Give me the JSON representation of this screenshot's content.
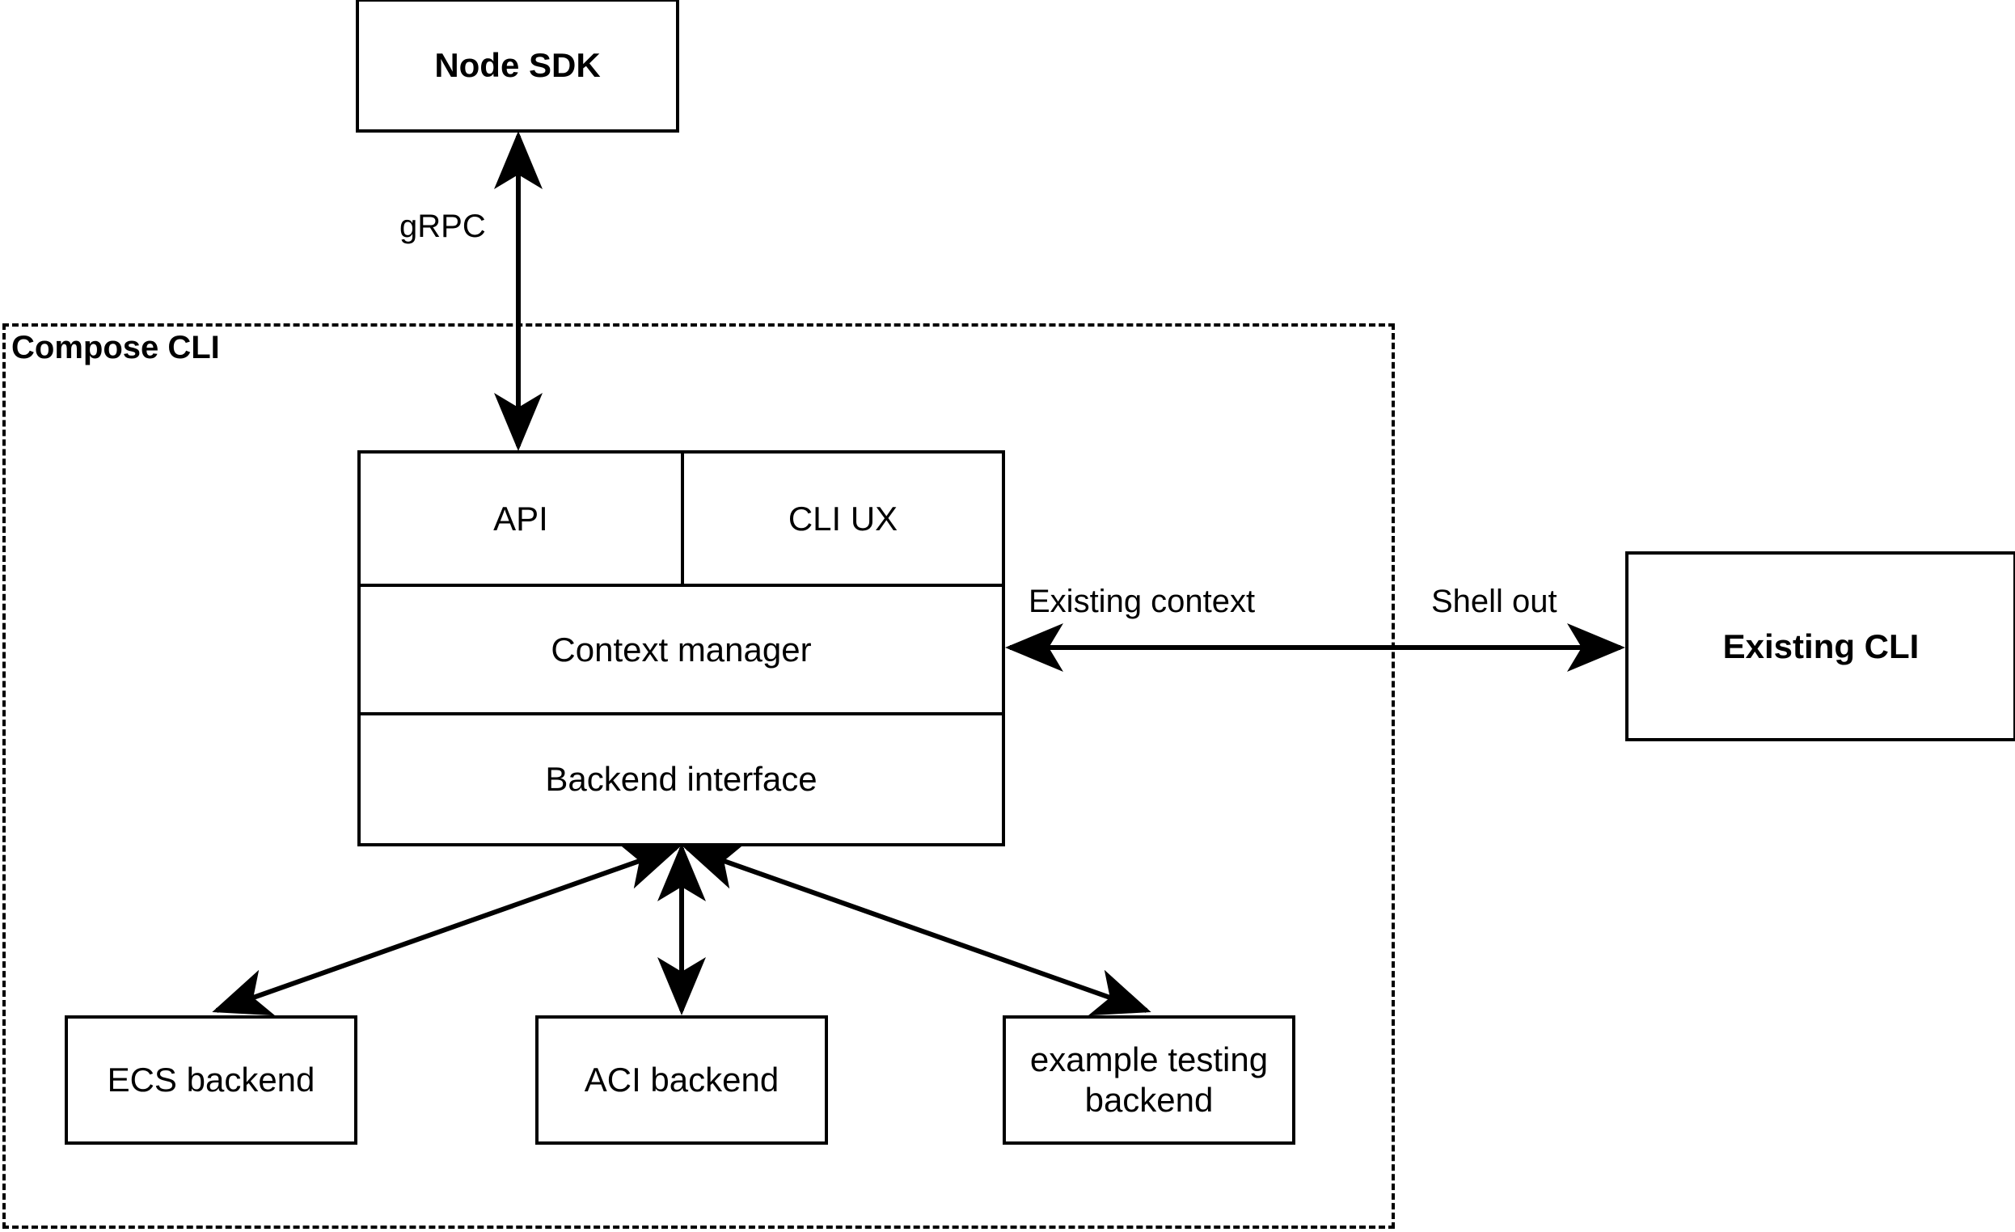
{
  "diagram": {
    "title_group": "Compose CLI",
    "nodes": {
      "node_sdk": "Node SDK",
      "existing_cli": "Existing CLI",
      "api": "API",
      "cli_ux": "CLI UX",
      "context_manager": "Context manager",
      "backend_interface": "Backend interface",
      "ecs_backend": "ECS backend",
      "aci_backend": "ACI backend",
      "example_backend_line1": "example testing",
      "example_backend_line2": "backend"
    },
    "edges": {
      "grpc": "gRPC",
      "existing_context": "Existing context",
      "shell_out": "Shell out"
    },
    "colors": {
      "stroke": "#000000",
      "fill": "#ffffff"
    }
  }
}
